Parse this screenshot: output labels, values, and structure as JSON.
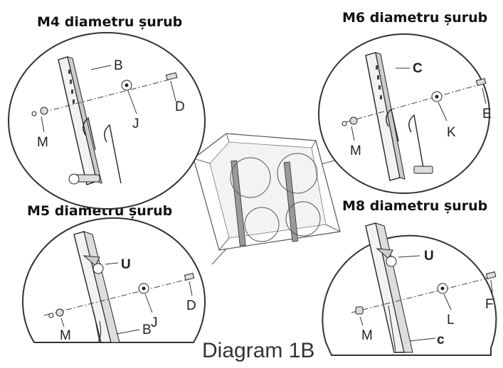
{
  "headings": {
    "m4": "M4 diametru șurub",
    "m6": "M6 diametru șurub",
    "m5": "M5 diametru șurub",
    "m8": "M8 diametru șurub"
  },
  "caption": "Diagram 1B",
  "labels": {
    "m4": {
      "bracket": "B",
      "washer": "J",
      "screw": "D",
      "nut": "M"
    },
    "m6": {
      "bracket": "C",
      "washer": "K",
      "screw": "E",
      "nut": "M"
    },
    "m5": {
      "bracket": "B",
      "washer": "J",
      "screw": "D",
      "nut": "M",
      "spacer": "U"
    },
    "m8": {
      "bracket": "c",
      "washer": "L",
      "screw": "F",
      "nut": "M",
      "spacer": "U"
    }
  }
}
